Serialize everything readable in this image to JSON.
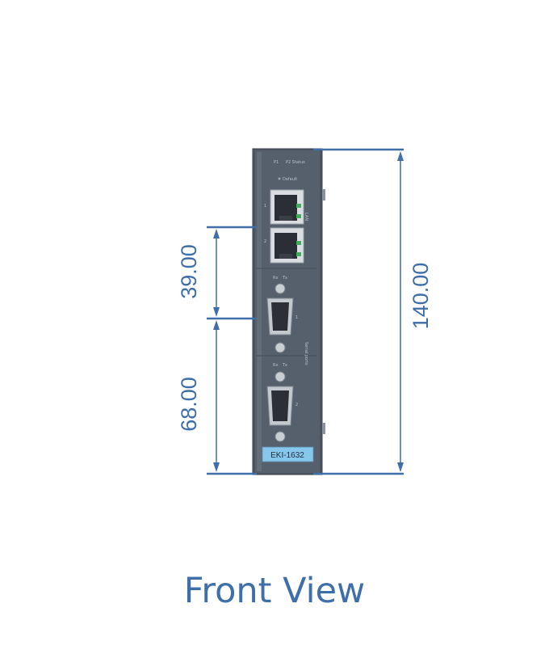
{
  "caption": "Front View",
  "dimensions": {
    "overall_height": "140.00",
    "port_spacing": "39.00",
    "lower_height": "68.00"
  },
  "device": {
    "model_label": "EKI-1632",
    "top_label_left": "P1",
    "top_label_right": "P2 Status",
    "default_label": "Default",
    "lan_label": "LAN",
    "lan_port_1": "1",
    "lan_port_2": "2",
    "serial_label": "Serial ports",
    "serial_port_1": "1",
    "serial_port_2": "2",
    "rx_label": "Rx",
    "tx_label": "Tx"
  },
  "colors": {
    "dimension_line": "#3f6fa8",
    "housing": "#4f5864",
    "model_badge": "#88c7ec"
  }
}
